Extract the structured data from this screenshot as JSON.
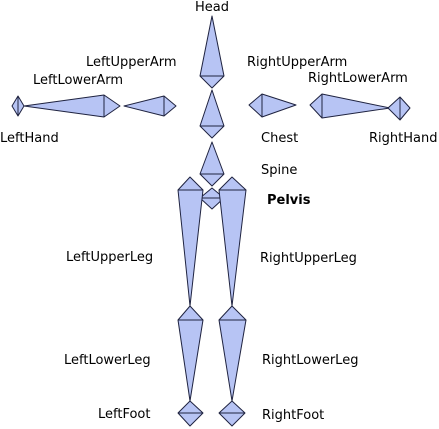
{
  "diagram": {
    "bone_fill": "#b7c4f4",
    "bone_stroke": "#1f2340",
    "labels": {
      "head": "Head",
      "left_upper_arm": "LeftUpperArm",
      "left_lower_arm": "LeftLowerArm",
      "left_hand": "LeftHand",
      "right_upper_arm": "RightUpperArm",
      "right_lower_arm": "RightLowerArm",
      "right_hand": "RightHand",
      "chest": "Chest",
      "spine": "Spine",
      "pelvis": "Pelvis",
      "left_upper_leg": "LeftUpperLeg",
      "right_upper_leg": "RightUpperLeg",
      "left_lower_leg": "LeftLowerLeg",
      "right_lower_leg": "RightLowerLeg",
      "left_foot": "LeftFoot",
      "right_foot": "RightFoot"
    }
  }
}
